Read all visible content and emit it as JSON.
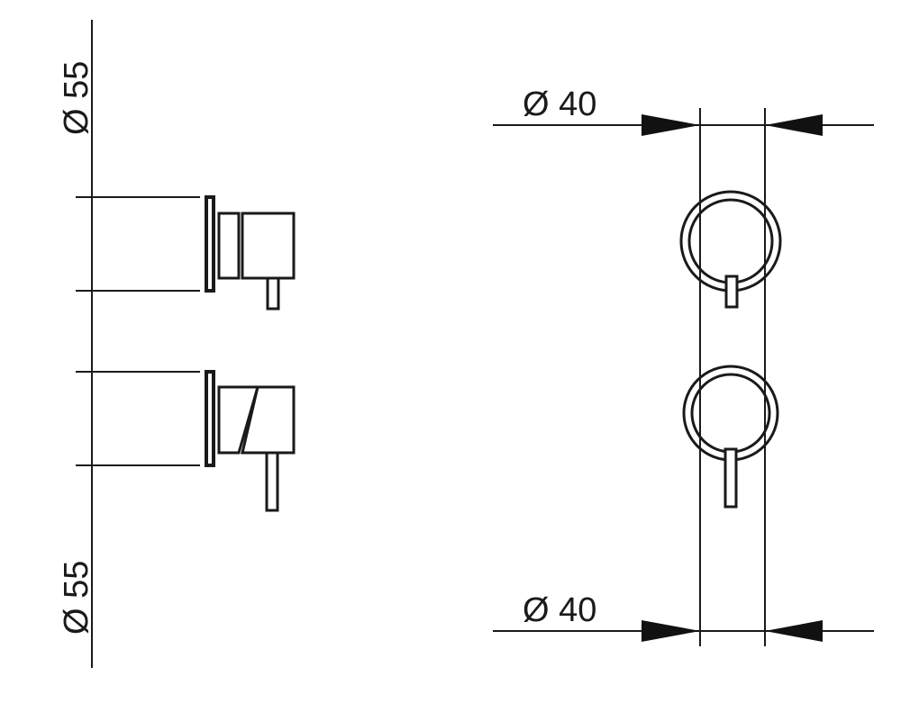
{
  "dimensions": {
    "side_top_diameter": "Ø 55",
    "side_bottom_diameter": "Ø 55",
    "front_top_diameter": "Ø 40",
    "front_bottom_diameter": "Ø 40"
  },
  "colors": {
    "line": "#1a1a1a",
    "background": "#ffffff"
  }
}
